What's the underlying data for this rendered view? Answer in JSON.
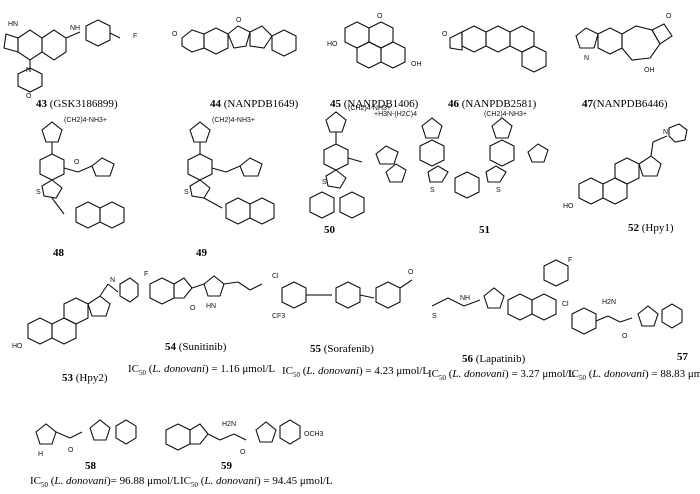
{
  "compounds": [
    {
      "num": "43",
      "name": "GSK3186899"
    },
    {
      "num": "44",
      "name": "NANPDB1649"
    },
    {
      "num": "45",
      "name": "NANPDB1406"
    },
    {
      "num": "46",
      "name": "NANPDB2581"
    },
    {
      "num": "47",
      "name": "NANPDB6446"
    },
    {
      "num": "48",
      "name": ""
    },
    {
      "num": "49",
      "name": ""
    },
    {
      "num": "50",
      "name": ""
    },
    {
      "num": "51",
      "name": ""
    },
    {
      "num": "52",
      "name": "Hpy1"
    },
    {
      "num": "53",
      "name": "Hpy2"
    },
    {
      "num": "54",
      "name": "Sunitinib"
    },
    {
      "num": "55",
      "name": "Sorafenib"
    },
    {
      "num": "56",
      "name": "Lapatinib"
    },
    {
      "num": "57",
      "name": ""
    },
    {
      "num": "58",
      "name": ""
    },
    {
      "num": "59",
      "name": ""
    }
  ],
  "ic50": {
    "prefix": "IC",
    "sub": "50",
    "species": "L. donovani",
    "unit": "μmol/L",
    "values": {
      "54": "1.16",
      "55": "4.23",
      "56": "3.27",
      "57": "88.83",
      "58": "96.88",
      "59": "94.45"
    }
  },
  "atom_labels": {
    "ammonium": "(CH2)4-NH3+",
    "ammonium_left": "+H3N-(H2C)4",
    "hn": "HN",
    "nh": "NH",
    "n": "N",
    "o": "O",
    "s": "S",
    "f": "F",
    "cl": "Cl",
    "ho": "HO",
    "oh": "OH",
    "h2n": "H2N",
    "och3": "OCH3",
    "cf3": "CF3",
    "h": "H"
  }
}
